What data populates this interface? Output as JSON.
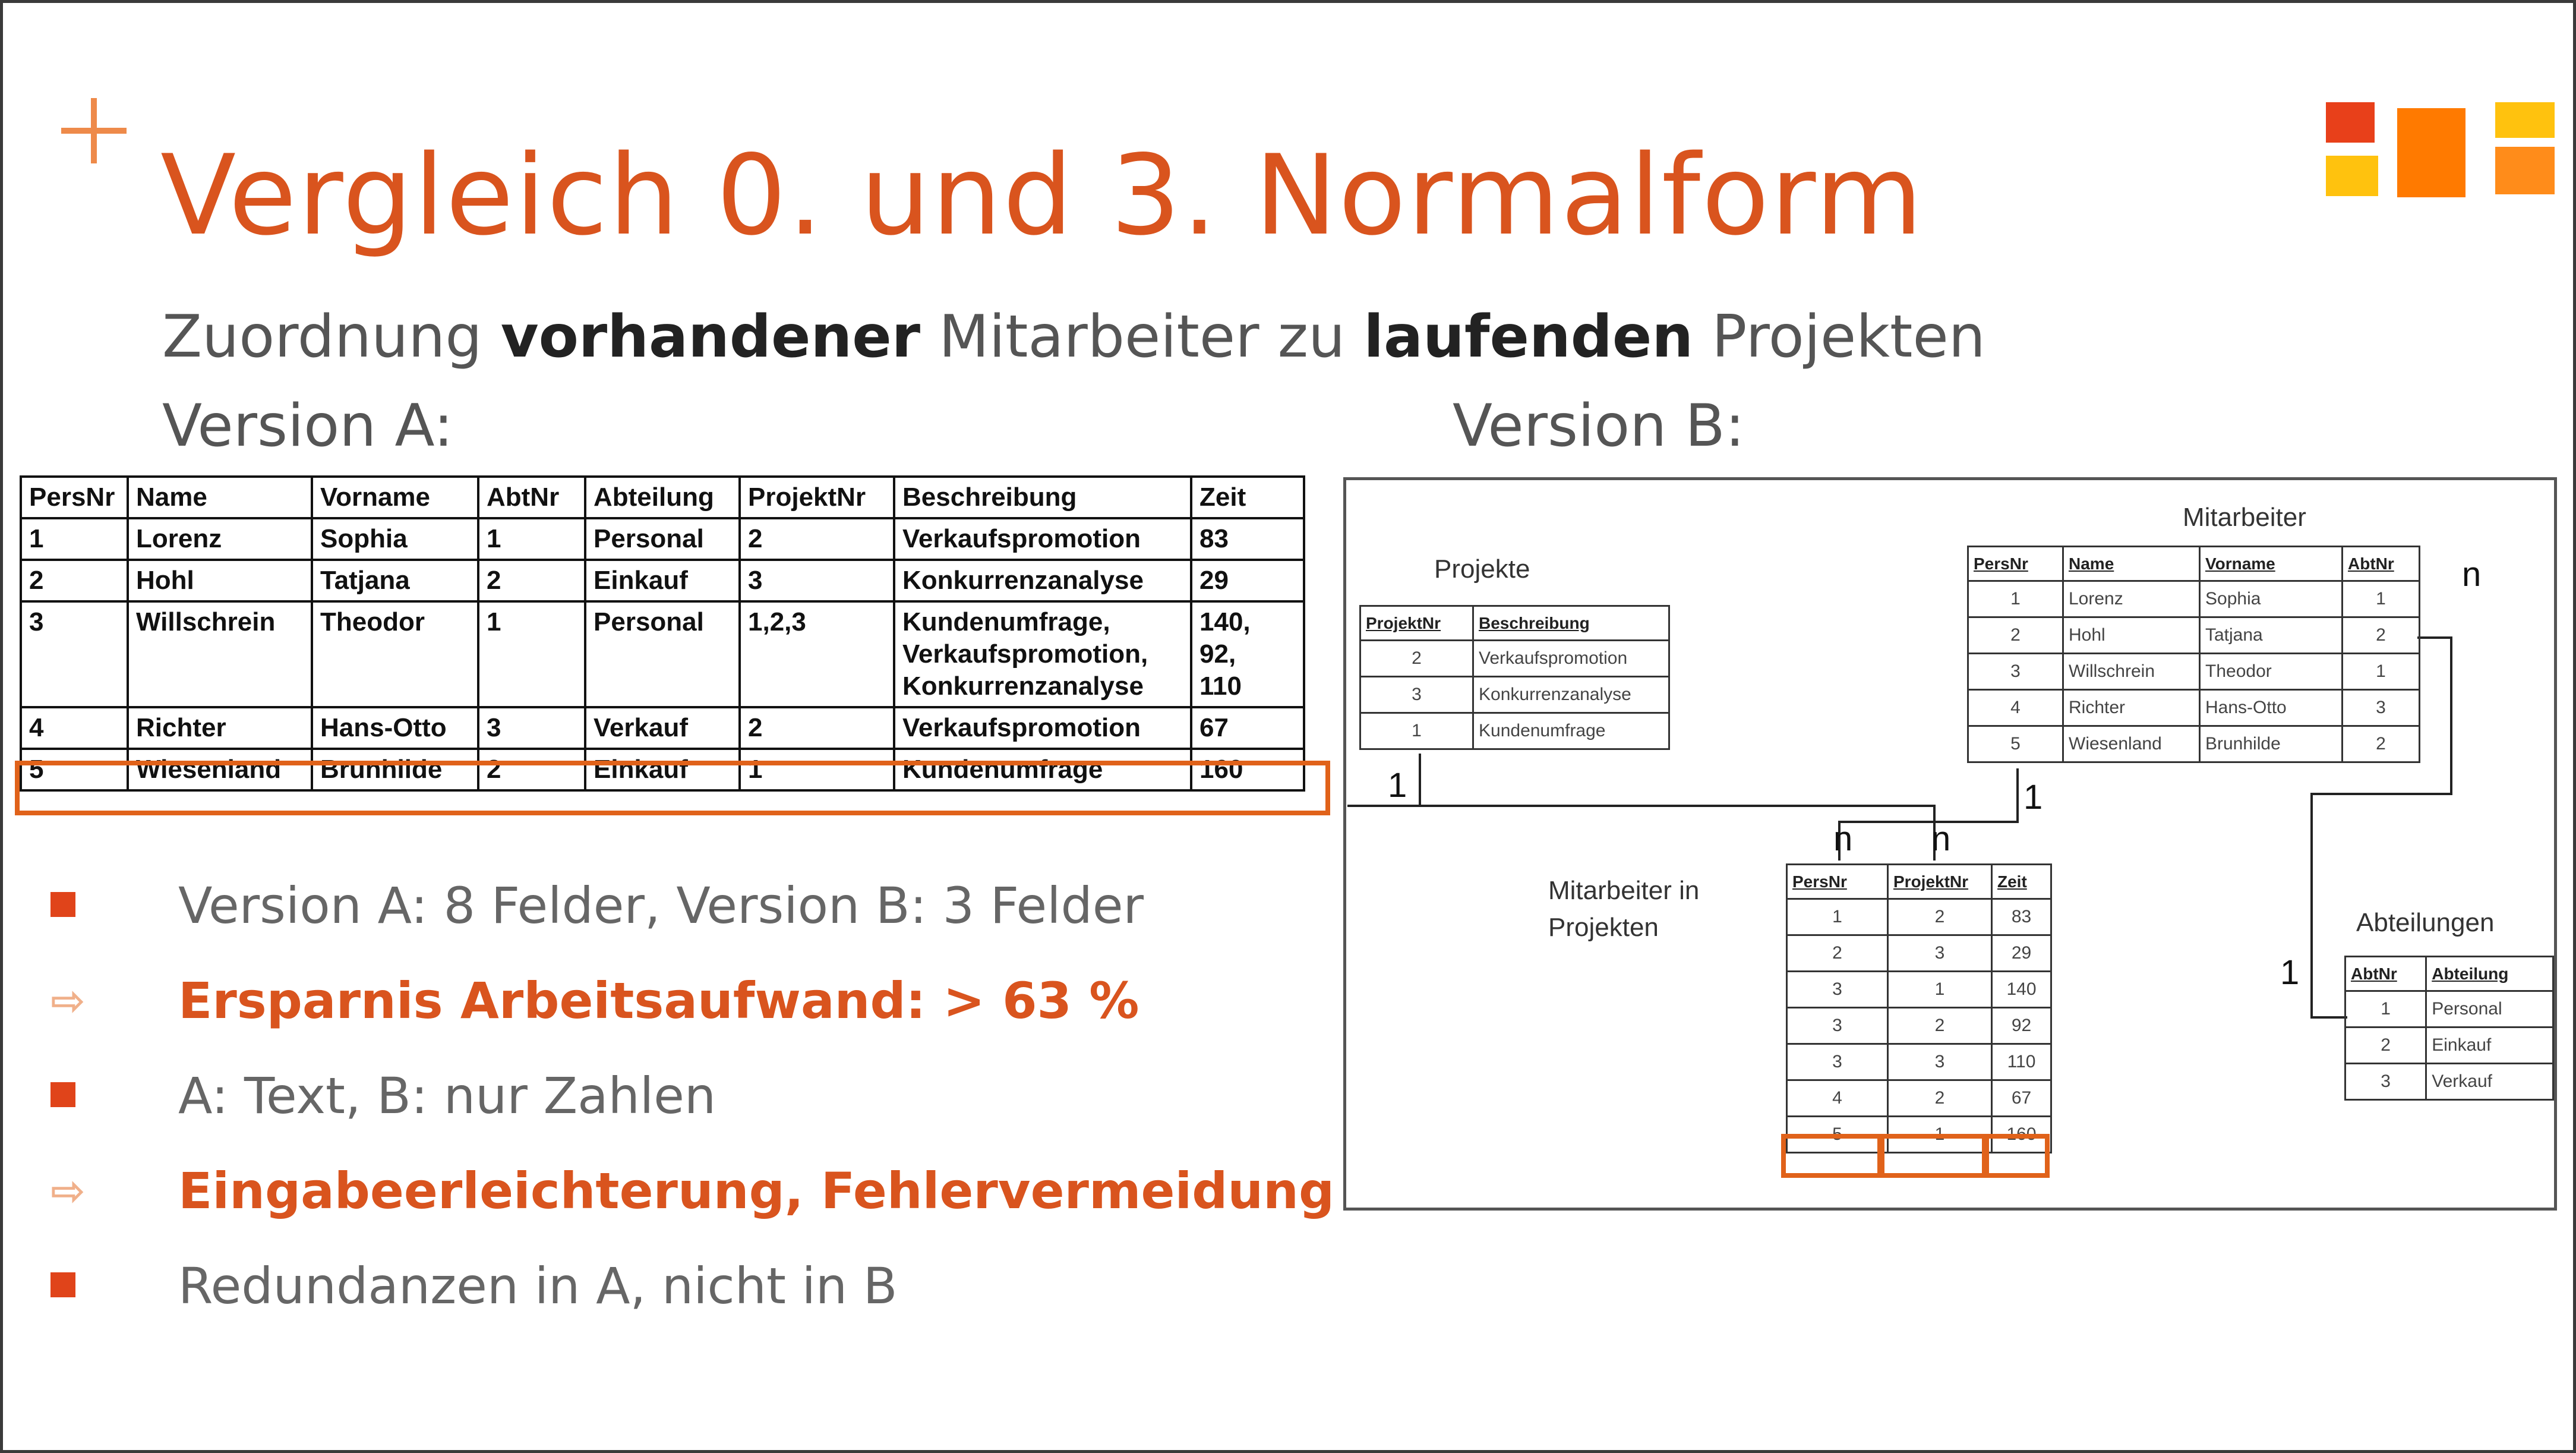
{
  "title": "Vergleich 0. und 3. Normalform",
  "subtitle": {
    "part1": "Zuordnung ",
    "bold1": "vorhandener",
    "part2": " Mitarbeiter zu ",
    "bold2": "laufenden",
    "part3": " Projekten"
  },
  "version_a_label": "Version A:",
  "version_b_label": "Version B:",
  "logo": {
    "colors": [
      "#e8401a",
      "#ffc20e",
      "#ff7a00",
      "#ffc20e",
      "#ff8c1a",
      "#ffc20e"
    ]
  },
  "table_a": {
    "headers": [
      "PersNr",
      "Name",
      "Vorname",
      "AbtNr",
      "Abteilung",
      "ProjektNr",
      "Beschreibung",
      "Zeit"
    ],
    "rows": [
      [
        "1",
        "Lorenz",
        "Sophia",
        "1",
        "Personal",
        "2",
        "Verkaufspromotion",
        "83"
      ],
      [
        "2",
        "Hohl",
        "Tatjana",
        "2",
        "Einkauf",
        "3",
        "Konkurrenzanalyse",
        "29"
      ],
      [
        "3",
        "Willschrein",
        "Theodor",
        "1",
        "Personal",
        "1,2,3",
        "Kundenumfrage,\nVerkaufspromotion,\nKonkurrenzanalyse",
        "140,\n92,\n110"
      ],
      [
        "4",
        "Richter",
        "Hans-Otto",
        "3",
        "Verkauf",
        "2",
        "Verkaufspromotion",
        "67"
      ],
      [
        "5",
        "Wiesenland",
        "Brunhilde",
        "2",
        "Einkauf",
        "1",
        "Kundenumfrage",
        "160"
      ]
    ]
  },
  "bullets": [
    {
      "type": "square",
      "style": "grey",
      "text": "Version A: 8 Felder, Version B: 3 Felder"
    },
    {
      "type": "arrow",
      "style": "orange",
      "text": "Ersparnis Arbeitsaufwand: > 63 %"
    },
    {
      "type": "square",
      "style": "grey",
      "text": "A: Text, B: nur Zahlen"
    },
    {
      "type": "arrow",
      "style": "orange",
      "text": "Eingabeerleichterung, Fehlervermeidung"
    },
    {
      "type": "square",
      "style": "grey",
      "text": "Redundanzen in A, nicht in B"
    }
  ],
  "arrow_glyph": "⇨",
  "version_b": {
    "projekte": {
      "title": "Projekte",
      "headers": [
        "ProjektNr",
        "Beschreibung"
      ],
      "rows": [
        [
          "2",
          "Verkaufspromotion"
        ],
        [
          "3",
          "Konkurrenzanalyse"
        ],
        [
          "1",
          "Kundenumfrage"
        ]
      ]
    },
    "mitarbeiter": {
      "title": "Mitarbeiter",
      "headers": [
        "PersNr",
        "Name",
        "Vorname",
        "AbtNr"
      ],
      "rows": [
        [
          "1",
          "Lorenz",
          "Sophia",
          "1"
        ],
        [
          "2",
          "Hohl",
          "Tatjana",
          "2"
        ],
        [
          "3",
          "Willschrein",
          "Theodor",
          "1"
        ],
        [
          "4",
          "Richter",
          "Hans-Otto",
          "3"
        ],
        [
          "5",
          "Wiesenland",
          "Brunhilde",
          "2"
        ]
      ]
    },
    "mip": {
      "title_line1": "Mitarbeiter in",
      "title_line2": "Projekten",
      "headers": [
        "PersNr",
        "ProjektNr",
        "Zeit"
      ],
      "rows": [
        [
          "1",
          "2",
          "83"
        ],
        [
          "2",
          "3",
          "29"
        ],
        [
          "3",
          "1",
          "140"
        ],
        [
          "3",
          "2",
          "92"
        ],
        [
          "3",
          "3",
          "110"
        ],
        [
          "4",
          "2",
          "67"
        ],
        [
          "5",
          "1",
          "160"
        ]
      ]
    },
    "abteilungen": {
      "title": "Abteilungen",
      "headers": [
        "AbtNr",
        "Abteilung"
      ],
      "rows": [
        [
          "1",
          "Personal"
        ],
        [
          "2",
          "Einkauf"
        ],
        [
          "3",
          "Verkauf"
        ]
      ]
    },
    "cardinalities": {
      "proj_one": "1",
      "mit_one": "1",
      "mip_n1": "n",
      "mip_n2": "n",
      "mit_n": "n",
      "abt_one": "1"
    }
  }
}
